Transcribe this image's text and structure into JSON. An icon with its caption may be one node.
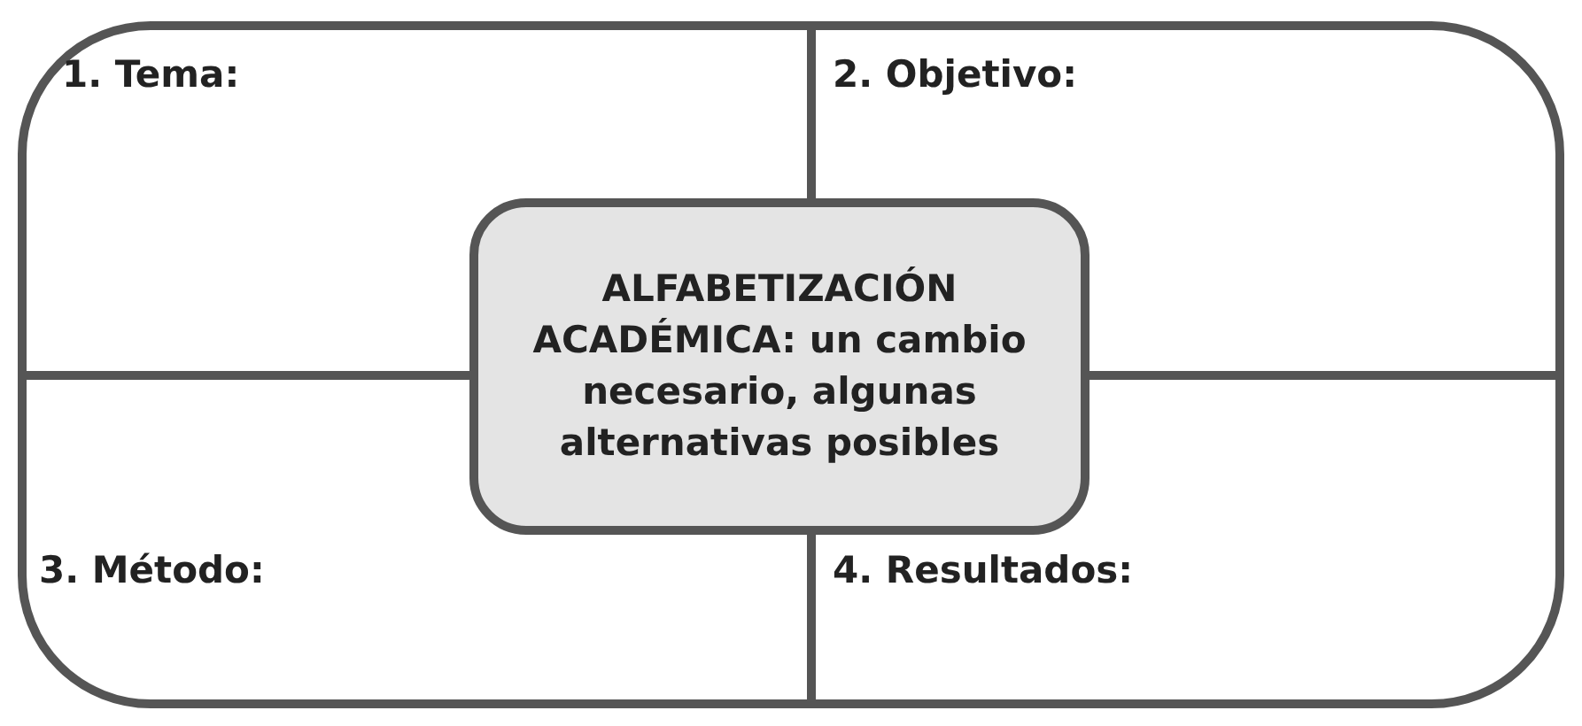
{
  "diagram": {
    "nodes": [
      {
        "text": [],
        "shape": "box"
      },
      {
        "text": [
          "1. Tema:"
        ],
        "in": 0
      },
      {
        "text": [
          "2. Objetivo:"
        ],
        "in": 0
      },
      {
        "text": [
          "ALFABETIZACIÓN ACADÉMICA: un cambio necesario, algunas alternativas posibles"
        ],
        "in": 0
      },
      {
        "text": [
          "3. Método:"
        ],
        "in": 0
      },
      {
        "text": [
          "4. Resultados:"
        ],
        "in": 0
      }
    ]
  }
}
